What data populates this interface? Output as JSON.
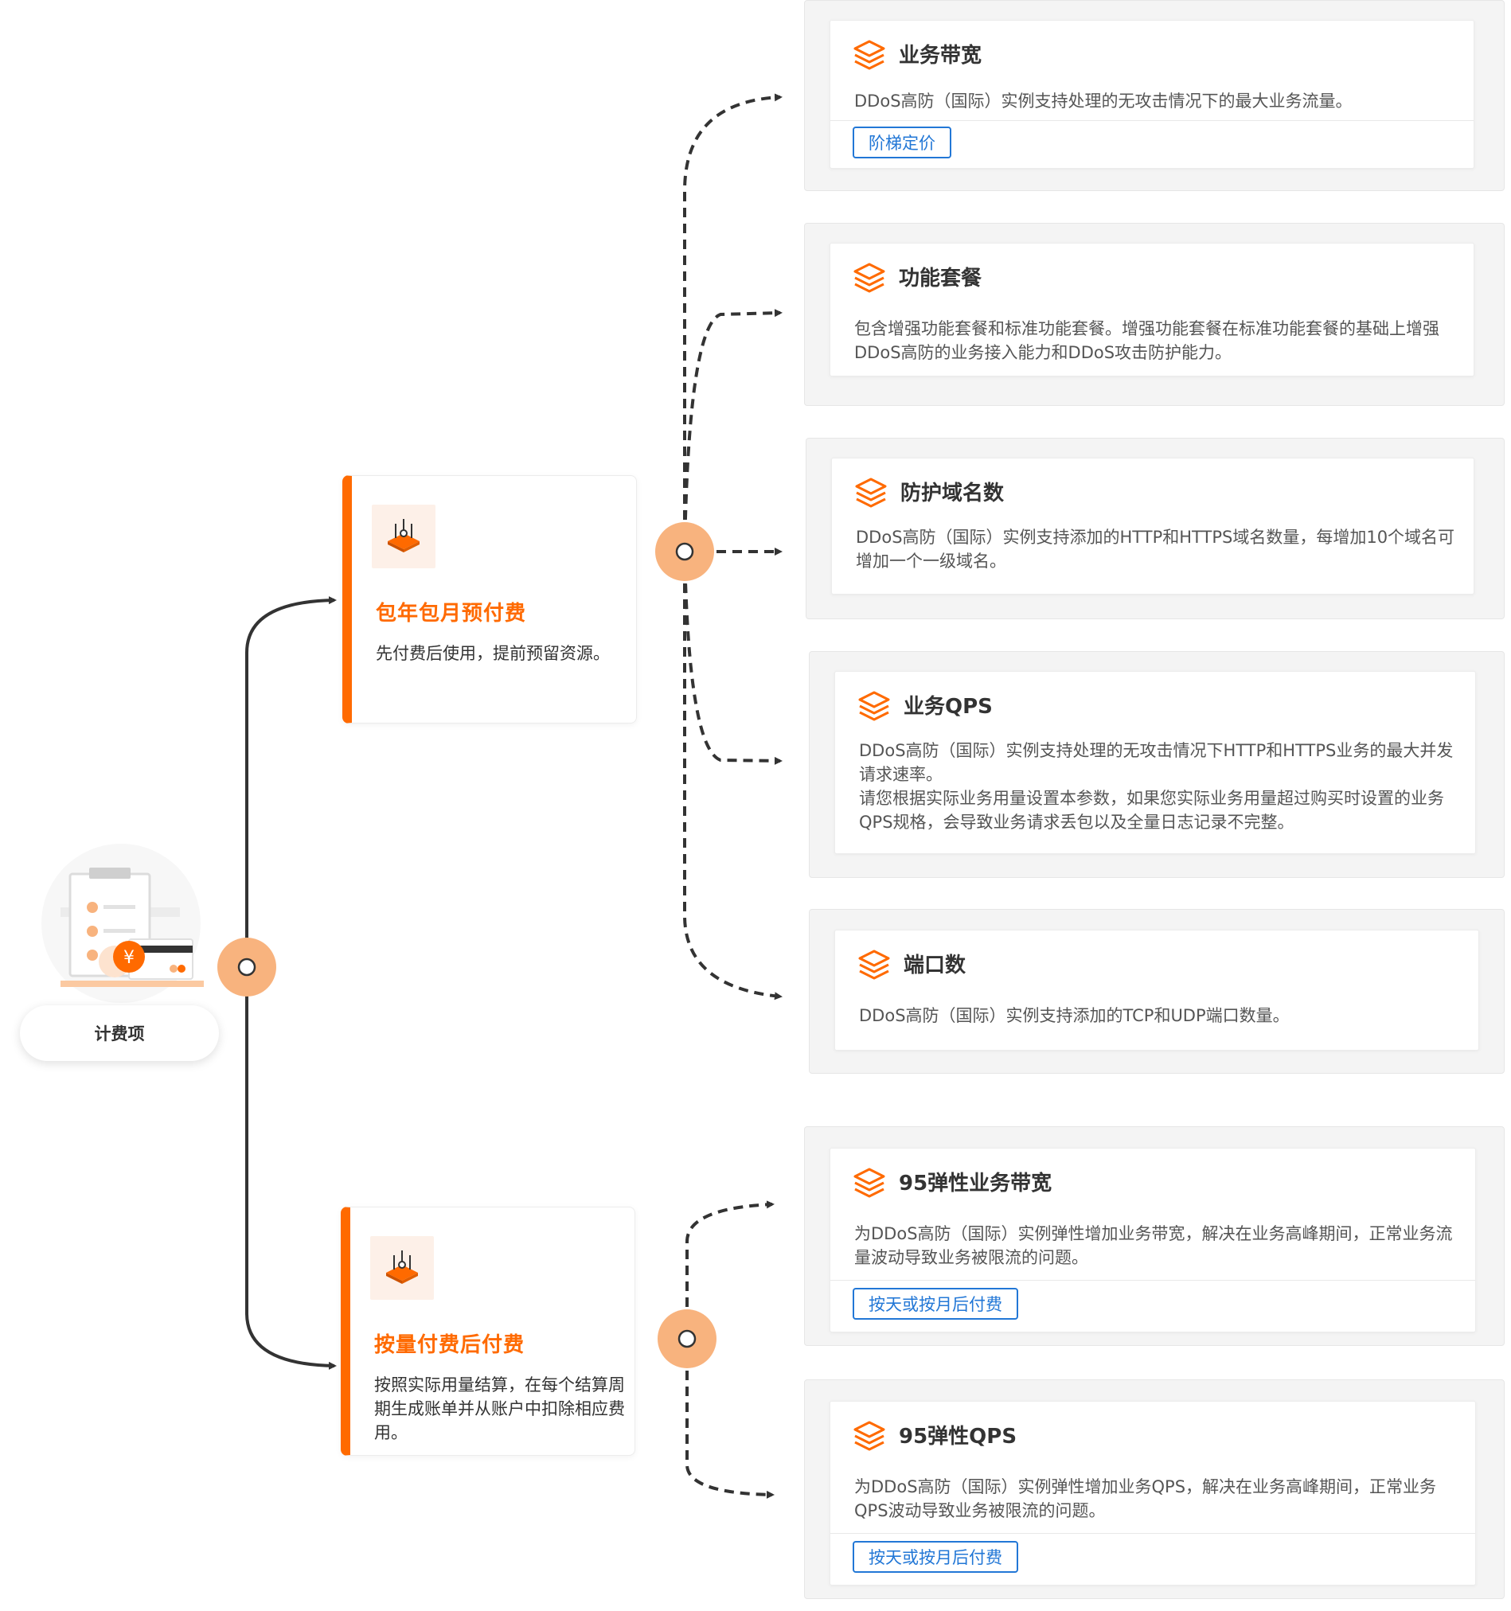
{
  "root": {
    "label": "计费项"
  },
  "billing_methods": [
    {
      "title": "包年包月预付费",
      "description": "先付费后使用，提前预留资源。"
    },
    {
      "title": "按量付费后付费",
      "description": "按照实际用量结算，在每个结算周期生成账单并从账户中扣除相应费用。"
    }
  ],
  "subscription_items": [
    {
      "title": "业务带宽",
      "description": "DDoS高防（国际）实例支持处理的无攻击情况下的最大业务流量。",
      "tag": "阶梯定价"
    },
    {
      "title": "功能套餐",
      "description": "包含增强功能套餐和标准功能套餐。增强功能套餐在标准功能套餐的基础上增强DDoS高防的业务接入能力和DDoS攻击防护能力。"
    },
    {
      "title": "防护域名数",
      "description": "DDoS高防（国际）实例支持添加的HTTP和HTTPS域名数量，每增加10个域名可增加一个一级域名。"
    },
    {
      "title": "业务QPS",
      "description": "DDoS高防（国际）实例支持处理的无攻击情况下HTTP和HTTPS业务的最大并发请求速率。",
      "description_2": "请您根据实际业务用量设置本参数，如果您实际业务用量超过购买时设置的业务QPS规格，会导致业务请求丢包以及全量日志记录不完整。"
    },
    {
      "title": "端口数",
      "description": "DDoS高防（国际）实例支持添加的TCP和UDP端口数量。"
    }
  ],
  "payg_items": [
    {
      "title": "95弹性业务带宽",
      "description": "为DDoS高防（国际）实例弹性增加业务带宽，解决在业务高峰期间，正常业务流量波动导致业务被限流的问题。",
      "tag": "按天或按月后付费"
    },
    {
      "title": "95弹性QPS",
      "description": "为DDoS高防（国际）实例弹性增加业务QPS，解决在业务高峰期间，正常业务QPS波动导致业务被限流的问题。",
      "tag": "按天或按月后付费"
    }
  ],
  "colors": {
    "accent": "#ff6a00",
    "junction": "#f8b37e",
    "link": "#2277d6",
    "connector": "#333333"
  },
  "icons": {
    "root": "billing-clipboard-illustration",
    "billing": "server-stack-icon",
    "item": "layers-icon"
  }
}
